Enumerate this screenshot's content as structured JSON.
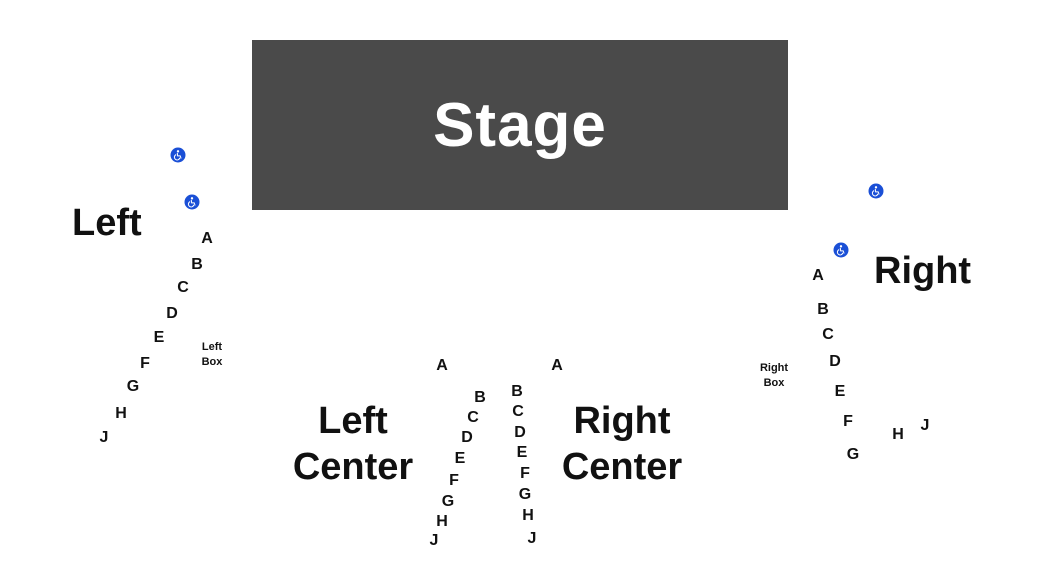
{
  "stage": {
    "label": "Stage"
  },
  "sections": {
    "left": {
      "label": "Left"
    },
    "right": {
      "label": "Right"
    },
    "left_center": {
      "label_line1": "Left",
      "label_line2": "Center"
    },
    "right_center": {
      "label_line1": "Right",
      "label_line2": "Center"
    }
  },
  "boxes": {
    "left_box": {
      "line1": "Left",
      "line2": "Box"
    },
    "right_box": {
      "line1": "Right",
      "line2": "Box"
    }
  },
  "rows": {
    "left": [
      "A",
      "B",
      "C",
      "D",
      "E",
      "F",
      "G",
      "H",
      "J"
    ],
    "left_center": [
      "A",
      "B",
      "C",
      "D",
      "E",
      "F",
      "G",
      "H",
      "J"
    ],
    "right_center": [
      "A",
      "B",
      "C",
      "D",
      "E",
      "F",
      "G",
      "H",
      "J"
    ],
    "right": [
      "A",
      "B",
      "C",
      "D",
      "E",
      "F",
      "G",
      "H",
      "J"
    ]
  },
  "icons": {
    "wheelchair": "wheelchair-accessible-icon"
  },
  "colors": {
    "stage": "#4a4a4a",
    "stage_text": "#ffffff",
    "wheelchair": "#1a4fd6",
    "text": "#111111"
  }
}
